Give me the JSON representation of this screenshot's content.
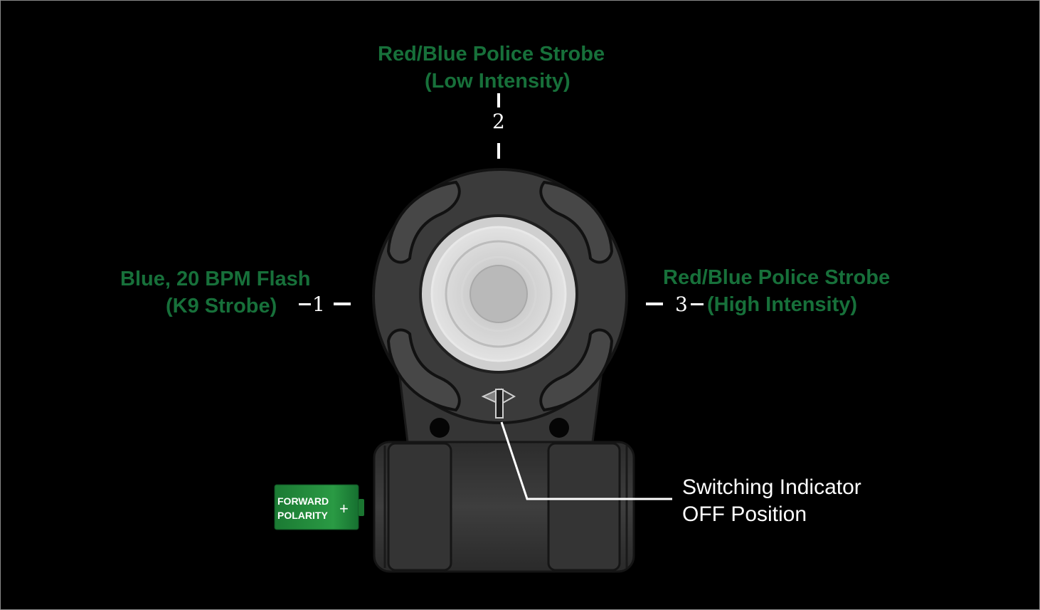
{
  "modes": {
    "mode_1": {
      "number": "1",
      "label_line1": "Blue, 20 BPM Flash",
      "label_line2": "(K9 Strobe)"
    },
    "mode_2": {
      "number": "2",
      "label_line1": "Red/Blue Police Strobe",
      "label_line2": "(Low Intensity)"
    },
    "mode_3": {
      "number": "3",
      "label_line1": "Red/Blue Police Strobe",
      "label_line2": "(High Intensity)"
    }
  },
  "indicator": {
    "line1": "Switching Indicator",
    "line2": "OFF Position"
  },
  "battery": {
    "line1": "FORWARD",
    "line2": "POLARITY",
    "terminal": "+"
  },
  "colors": {
    "label_green": "#17703a",
    "battery_green": "#1f8a3a",
    "background": "#000000",
    "device_body": "#3a3a3a"
  }
}
